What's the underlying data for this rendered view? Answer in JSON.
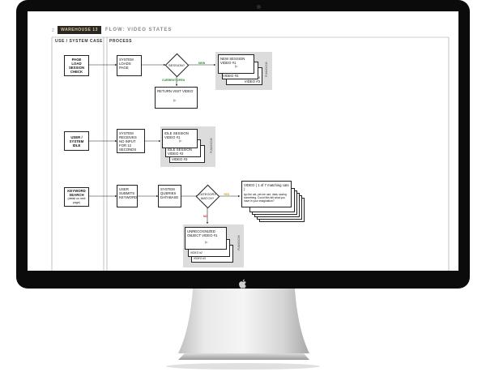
{
  "header": {
    "num": "2",
    "logo": "WAREHOUSE 13",
    "title": "FLOW: VIDEO STATES"
  },
  "columns": {
    "use": "USE / SYSTEM CASE",
    "process": "PROCESS"
  },
  "row1": {
    "use": [
      "PAGE LOAD",
      "SESSION CHECK"
    ],
    "system": [
      "SYSTEM",
      "LOADS PAGE"
    ],
    "decision": "SESSION?",
    "yes": "NEW",
    "no": "CURRENT OPEN",
    "return": "RETURN VISIT VIDEO",
    "videos": [
      "NEW SESSION VIDEO #1",
      "NEW SESSION VIDEO #2",
      "NEW SESSION VIDEO #3"
    ],
    "random": "RANDOM"
  },
  "row2": {
    "use": [
      "USER / SYSTEM",
      "IDLE"
    ],
    "system": [
      "SYSTEM",
      "RECEIVES NO INPUT FOR 12 SECONDS"
    ],
    "videos": [
      "IDLE SESSION VIDEO #1",
      "IDLE SESSION VIDEO #2",
      "IDLE SESSION VIDEO #3"
    ],
    "random": "RANDOM"
  },
  "row3": {
    "use": [
      "KEYWORD SEARCH",
      "(detail on next page)"
    ],
    "user": [
      "USER",
      "SUBMITS KEYWORD"
    ],
    "system": [
      "SYSTEM",
      "QUERIES DATABASE"
    ],
    "decision": [
      "CATEGORY",
      "MATCH?"
    ],
    "yes": "YES",
    "no": "NO",
    "match": [
      "VIDEO ( 1 of 7 matching cats )",
      "typ the cat, yet me use, data, saving something. Could this tell what you have in your imagination?"
    ],
    "videos": [
      "UNRECOGNIZED OBJECT VIDEO #1",
      "UNRECOGNIZED OBJECT VIDEO #2",
      "UNRECOGNIZED OBJECT VIDEO #3"
    ],
    "random": "RANDOM"
  }
}
